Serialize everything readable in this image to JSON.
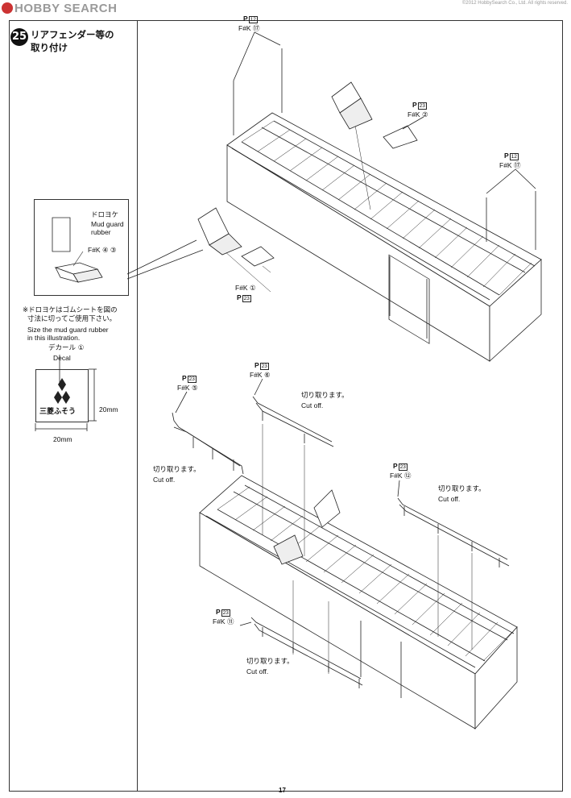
{
  "watermark": {
    "brand": "HOBBY SEARCH",
    "copyright": "©2012 HobbySearch Co., Ltd. All rights reserved."
  },
  "step": {
    "number": "25",
    "title_line1": "リアフェンダー等の",
    "title_line2": "取り付け"
  },
  "detail": {
    "title_jp": "ドロヨケ",
    "title_en1": "Mud guard",
    "title_en2": "rubber",
    "part_ref": "F#K ④ ③"
  },
  "note": {
    "jp1": "※ドロヨケはゴムシートを図の",
    "jp2": "寸法に切ってご使用下さい。",
    "en1": "Size the mud guard rubber",
    "en2": "in this illustration."
  },
  "decal": {
    "label_jp": "デカール",
    "label_en": "Decal",
    "number": "①",
    "logo_text": "三菱ふそう",
    "dim_height": "20mm",
    "dim_width": "20mm"
  },
  "top_callouts": {
    "c1_p": "P",
    "c1_box": "12",
    "c1_fk": "F#K ⑰",
    "c2_p": "P",
    "c2_box": "23",
    "c2_fk": "F#K ②",
    "c3_p": "P",
    "c3_box": "12",
    "c3_fk": "F#K ⑰",
    "c4_fk": "F#K ①",
    "c4_p": "P",
    "c4_box": "23"
  },
  "bottom_callouts": {
    "c1_p": "P",
    "c1_box": "23",
    "c1_fk": "F#K ⑤",
    "c2_p": "P",
    "c2_box": "23",
    "c2_fk": "F#K ⑥",
    "c3_p": "P",
    "c3_box": "23",
    "c3_fk": "F#K ⑫",
    "c4_p": "P",
    "c4_box": "23",
    "c4_fk": "F#K ⑪",
    "cut_jp": "切り取ります。",
    "cut_en": "Cut off."
  },
  "page_number": "17"
}
